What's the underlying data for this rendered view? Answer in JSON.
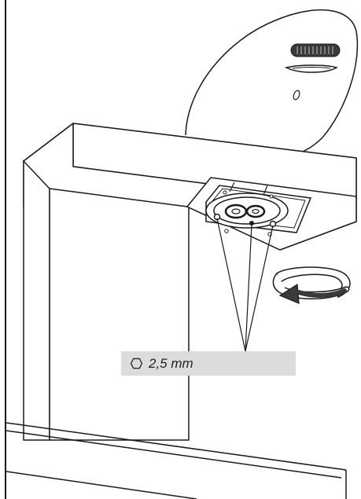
{
  "figure": {
    "type": "installation-diagram",
    "subject": "mixer-tap-under-counter-fixing",
    "line_color": "#1a1a1a",
    "background_color": "#ffffff"
  },
  "callout": {
    "icon": "hex-key-icon",
    "text": "2,5 mm",
    "box_color": "#dcdcdc"
  },
  "rotation_arrow": {
    "direction": "counter-clockwise"
  }
}
